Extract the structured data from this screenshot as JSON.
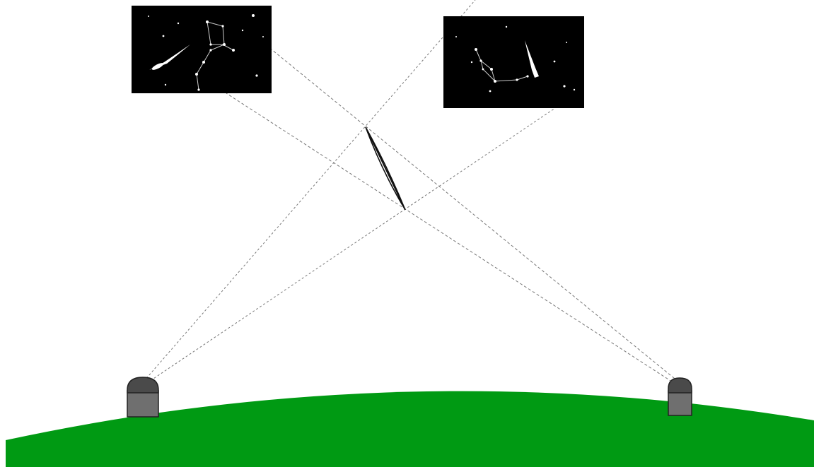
{
  "colors": {
    "background": "#ffffff",
    "ground": "#009a13",
    "station_body": "#6f6f6f",
    "station_dome": "#4a4a4a",
    "photo_background": "#000000",
    "sight_line": "#6a6a6a",
    "meteor_outline": "#111111"
  },
  "diagram": {
    "elements": [
      "ground-horizon",
      "left-camera-station",
      "right-camera-station",
      "left-station-photo",
      "right-station-photo",
      "meteor-trail",
      "sight-lines"
    ]
  }
}
